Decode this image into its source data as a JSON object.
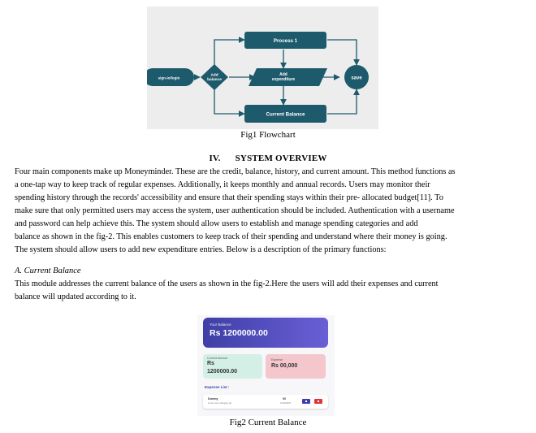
{
  "figure1": {
    "nodes": {
      "signin": "sign-in/login",
      "add_balance_1": "Add",
      "add_balance_2": "balance",
      "process1": "Process 1",
      "add_exp_1": "Add",
      "add_exp_2": "expenditure",
      "current_balance": "Current Balance",
      "save": "save"
    },
    "caption": "Fig1 Flowchart",
    "colors": {
      "node": "#1c5a6c",
      "background": "#ededed",
      "arrow": "#1c5a6c"
    }
  },
  "section": {
    "number": "IV.",
    "title": "SYSTEM OVERVIEW",
    "lines": [
      "Four main components make up Moneyminder. These are the credit, balance, history, and current amount. This method functions as",
      "a one-tap way to keep track of regular expenses. Additionally, it keeps monthly and annual records. Users may monitor their",
      "spending history through the records' accessibility and ensure that their spending stays within their pre- allocated budget[11]. To",
      "make sure that only permitted users may access the system, user authentication should be included. Authentication with a username",
      "and password can help achieve this. The  system  should  allow  users  to  establish  and manage spending categories and add",
      "balance as shown in the fig-2. This enables customers to keep track of their spending and understand where their money is going.",
      "The system should allow users to add new expenditure entries. Below is a description of the primary functions:"
    ]
  },
  "subsection": {
    "label": "A.  Current Balance",
    "lines": [
      "This module addresses the current balance of the users as shown in the fig-2.Here the users will add their expenses and current",
      "balance will updated according to it."
    ]
  },
  "figure2": {
    "your_balance_label": "Your Balance",
    "your_balance_amount": "Rs 1200000.00",
    "current_amount_label": "Current Amount",
    "current_amount_line1": "Rs",
    "current_amount_line2": "1200000.00",
    "expense_label": "Expense",
    "expense_amount": "Rs 00,000",
    "expense_list_label": "Expense List :",
    "row_title": "Dummy",
    "row_subtitle": "Lorem ssm category git",
    "row_amount": "00",
    "row_date": "12/12/2023",
    "caption": "Fig2 Current Balance",
    "colors": {
      "gradient_start": "#3e3fa6",
      "gradient_end": "#6a5fd6",
      "card_green": "#d4efe6",
      "card_pink": "#f4c7cd",
      "delete_red": "#e2323a"
    }
  }
}
